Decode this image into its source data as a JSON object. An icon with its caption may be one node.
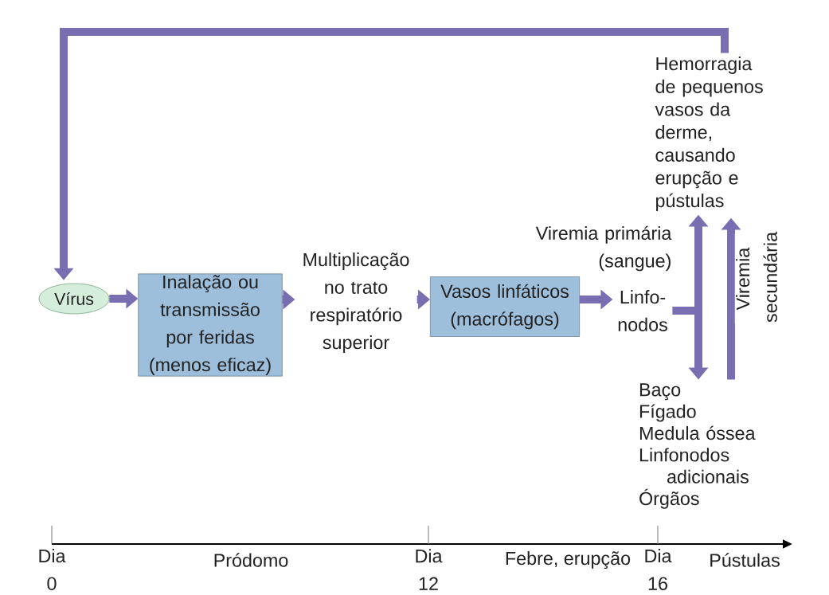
{
  "diagram": {
    "nodes": [
      {
        "text": [
          "Vírus"
        ]
      },
      {
        "text": [
          "Inalação ou transmissão por feridas (menos eficaz)"
        ]
      },
      {
        "text": [
          "Multiplicação no trato respiratório superior"
        ]
      },
      {
        "text": [
          "Vasos linfáticos (macrófagos)"
        ]
      },
      {
        "text": [
          "Linfo- nodos"
        ]
      },
      {
        "text": [
          "Hemorragia de pequenos vasos da derme, causando erupção e pústulas"
        ]
      },
      {
        "text": [
          "Baço",
          "Fígado",
          "Medula óssea",
          "Linfonodos adicionais",
          "Órgãos"
        ]
      }
    ],
    "edges": [
      {
        "from": 0,
        "to": 1,
        "arrow": "to"
      },
      {
        "from": 1,
        "to": 2,
        "arrow": "to"
      },
      {
        "from": 2,
        "to": 3,
        "arrow": "to"
      },
      {
        "from": 3,
        "to": 4,
        "arrow": "to"
      },
      {
        "from": 4,
        "to": 5,
        "arrow": "to",
        "label": "Viremia primária (sangue)"
      },
      {
        "from": 4,
        "to": 6,
        "arrow": "to"
      },
      {
        "from": 6,
        "to": 5,
        "arrow": "to",
        "label": "Viremia secundária"
      },
      {
        "from": 5,
        "to": 0,
        "arrow": "to"
      }
    ],
    "labels": [
      "Dia 0",
      "Pródomo",
      "Dia 12",
      "Febre, erupção",
      "Dia 16",
      "Pústulas"
    ]
  }
}
